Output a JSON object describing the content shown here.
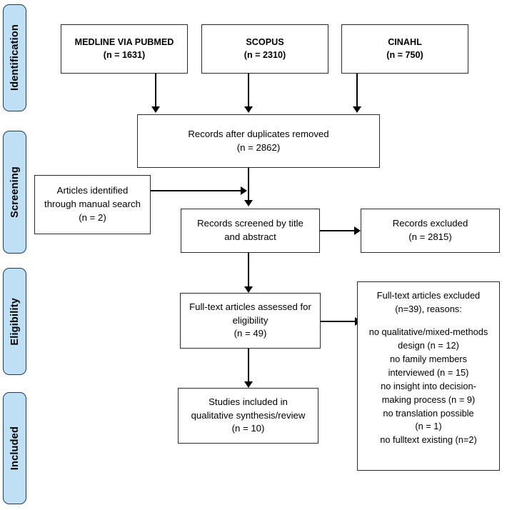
{
  "diagram": {
    "title": "PRISMA study selection flow diagram",
    "accent_color": "#bfdff5",
    "pill_border_color": "#1f3b5c",
    "box_border_color": "#2b2b2b",
    "connector_color": "#000000"
  },
  "stages": [
    {
      "label": "Identification"
    },
    {
      "label": "Screening"
    },
    {
      "label": "Eligibility"
    },
    {
      "label": "Included"
    }
  ],
  "boxes": {
    "medline": {
      "line1": "MEDLINE VIA PUBMED",
      "line2": "(n = 1631)"
    },
    "scopus": {
      "line1": "SCOPUS",
      "line2": "(n = 2310)"
    },
    "cinahl": {
      "line1": "CINAHL",
      "line2": "(n =  750)"
    },
    "duplicates_removed": {
      "line1": "Records after duplicates removed",
      "line2": "(n = 2862)"
    },
    "manual_search": {
      "line1": "Articles identified",
      "line2": "through manual search",
      "line3": "(n = 2)"
    },
    "records_screened": {
      "line1": "Records screened by title",
      "line2": "and abstract"
    },
    "records_excluded": {
      "line1": "Records excluded",
      "line2": "(n = 2815)"
    },
    "fulltext_assessed": {
      "line1": "Full-text articles assessed for",
      "line2": "eligibility",
      "line3": "(n = 49)"
    },
    "fulltext_excluded": {
      "line1": "Full-text articles excluded",
      "line2": "(n=39), reasons:",
      "line3": "no qualitative/mixed-methods",
      "line4": "design (n = 12)",
      "line5": "no family members",
      "line6": "interviewed (n = 15)",
      "line7": "no insight into decision-",
      "line8": "making process (n = 9)",
      "line9": "no translation possible",
      "line10": "(n = 1)",
      "line11": "no fulltext existing (n=2)"
    },
    "studies_included": {
      "line1": "Studies included in",
      "line2": "qualitative synthesis/review",
      "line3": "(n = 10)"
    }
  }
}
